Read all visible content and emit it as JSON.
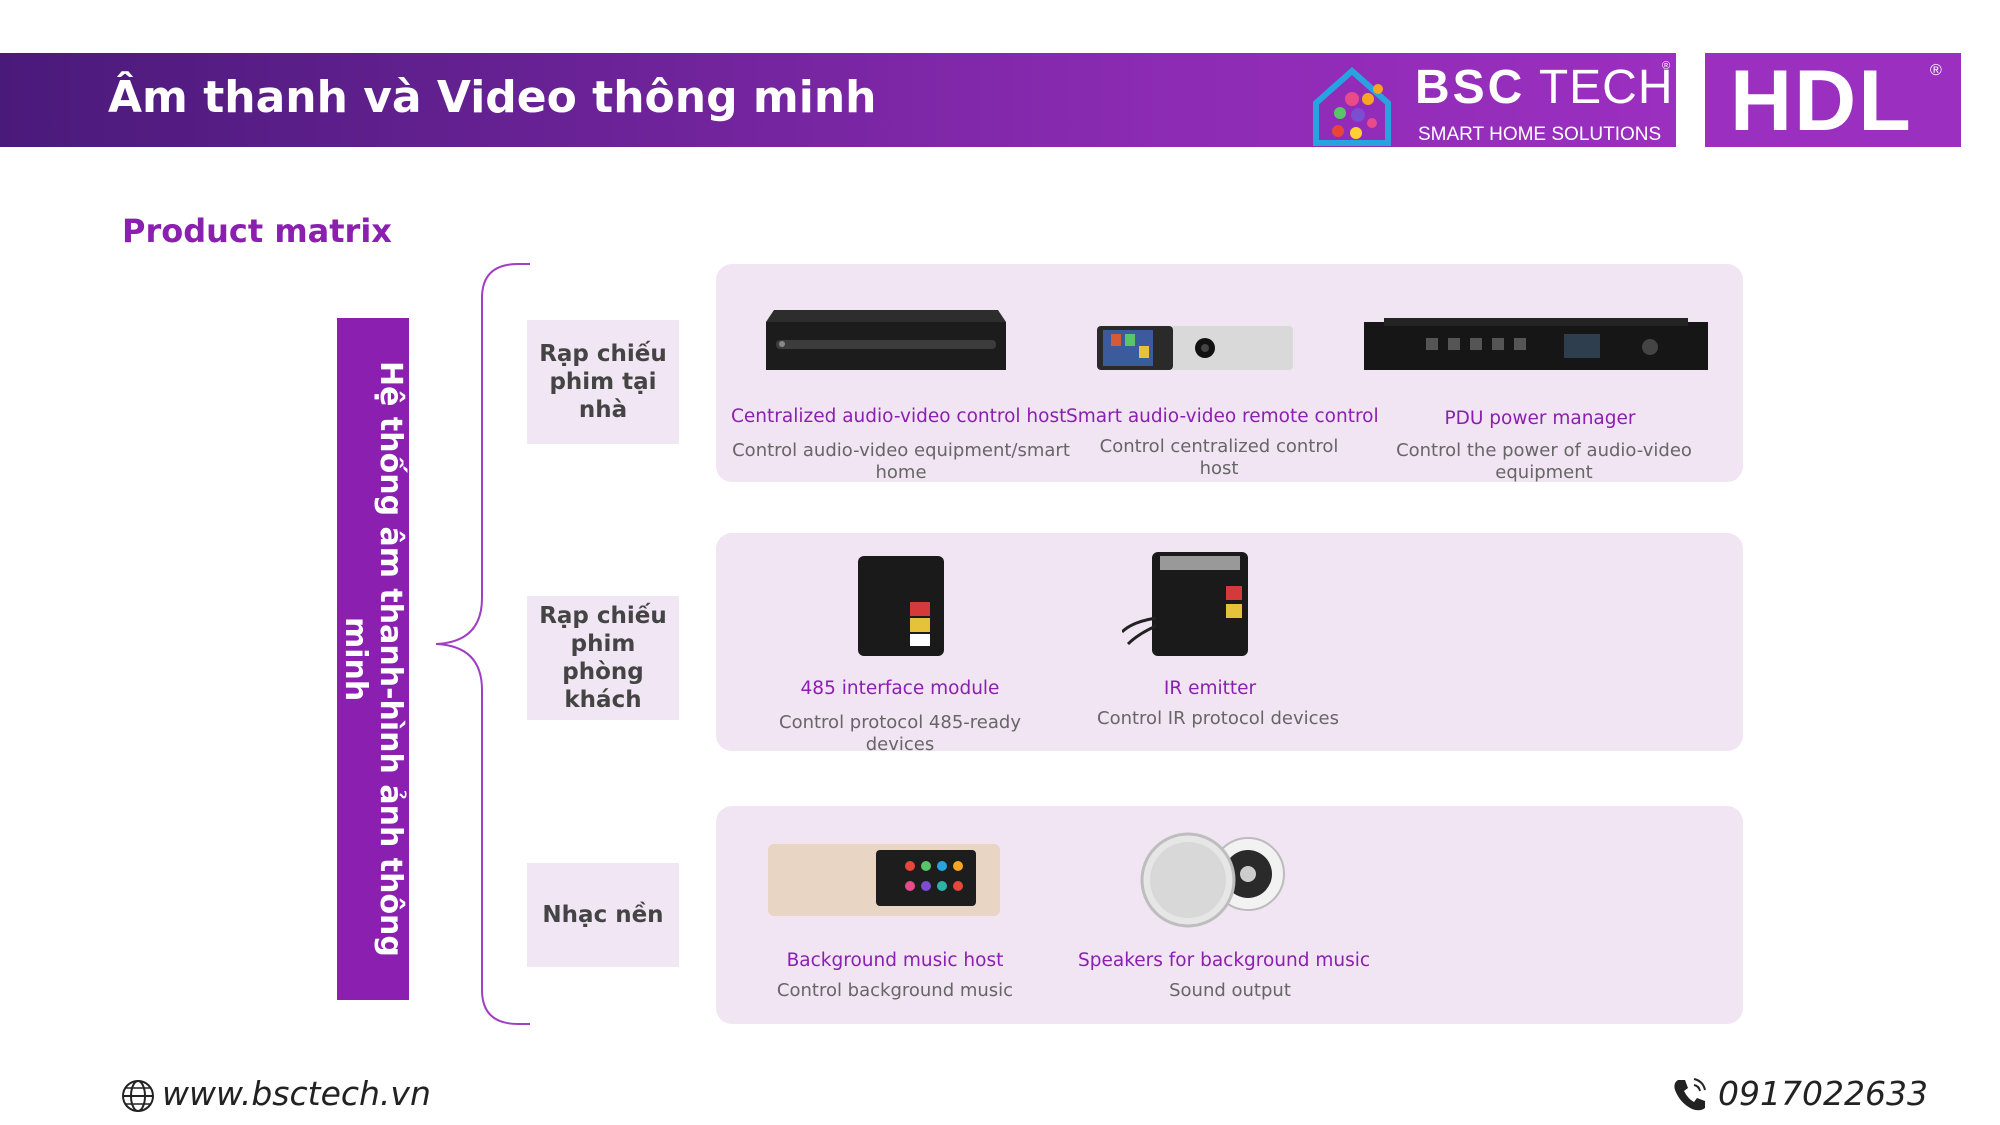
{
  "header": {
    "title": "Âm thanh và Video thông minh",
    "logo_bsc_bold": "BSC",
    "logo_bsc_light": "TECH",
    "logo_tagline": "SMART HOME SOLUTIONS",
    "logo_hdl": "HDL",
    "registered": "®"
  },
  "section_title": "Product matrix",
  "vertical_label": "Hệ thống âm thanh-hình ảnh thông minh",
  "categories": [
    {
      "label": "Rạp chiếu phim tại nhà"
    },
    {
      "label": "Rạp chiếu phim phòng khách"
    },
    {
      "label": "Nhạc nền"
    }
  ],
  "products": {
    "home_theater": [
      {
        "title": "Centralized audio-video control host",
        "desc": "Control audio-video equipment/smart home",
        "icon": "av-control-host-icon"
      },
      {
        "title": "Smart audio-video remote control",
        "desc": "Control centralized control host",
        "icon": "remote-control-icon"
      },
      {
        "title": "PDU power manager",
        "desc": "Control the power of audio-video equipment",
        "icon": "pdu-rack-icon"
      }
    ],
    "living_room": [
      {
        "title": "485 interface module",
        "desc": "Control protocol 485-ready devices",
        "icon": "interface-module-icon"
      },
      {
        "title": "IR emitter",
        "desc": "Control IR protocol devices",
        "icon": "ir-emitter-icon"
      }
    ],
    "background_music": [
      {
        "title": "Background music host",
        "desc": "Control background music",
        "icon": "music-host-icon"
      },
      {
        "title": "Speakers for background music",
        "desc": "Sound output",
        "icon": "ceiling-speaker-icon"
      }
    ]
  },
  "footer": {
    "website": "www.bsctech.vn",
    "phone": "0917022633"
  },
  "colors": {
    "brand_purple": "#8a1fb0",
    "panel_bg": "#f1e4f3",
    "category_bg": "#f1e6f3"
  }
}
